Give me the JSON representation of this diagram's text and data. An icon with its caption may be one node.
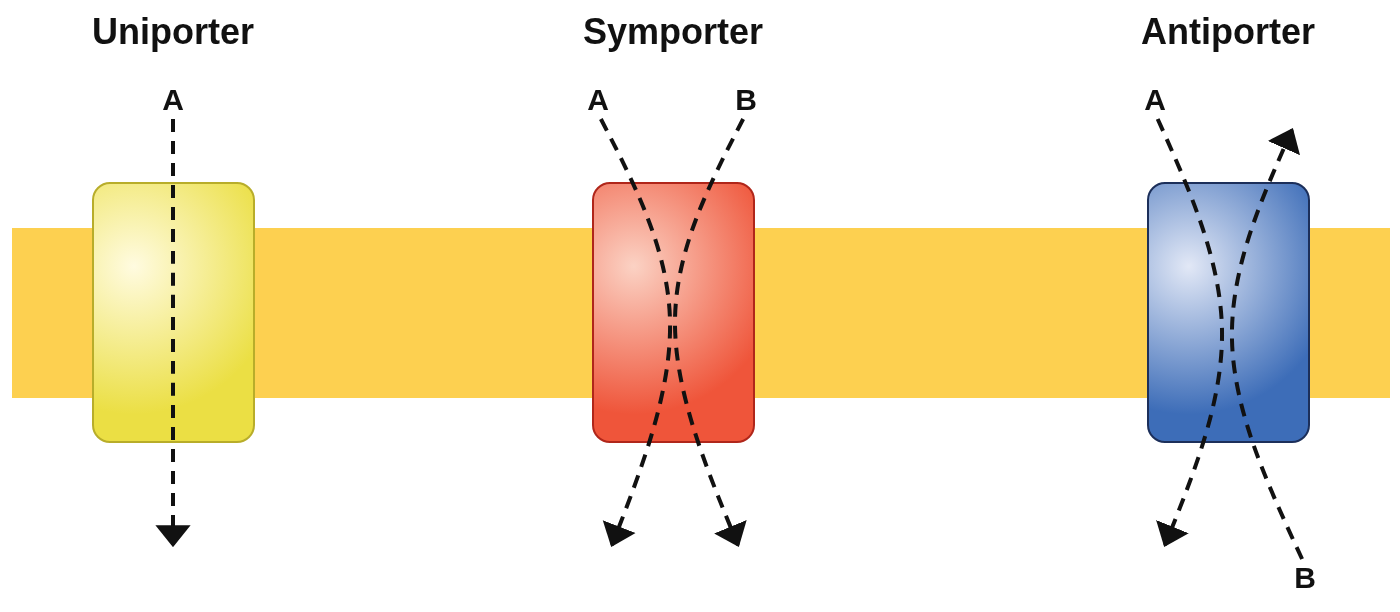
{
  "diagram": {
    "nodes": [
      {
        "text": [],
        "shape": "band"
      },
      {
        "text": [],
        "shape": "box"
      },
      {
        "text": [],
        "shape": "box"
      },
      {
        "text": [],
        "shape": "box"
      },
      {
        "text": [
          "A"
        ]
      },
      {
        "text": [
          "A"
        ]
      },
      {
        "text": [
          "B"
        ]
      },
      {
        "text": [
          "A"
        ]
      },
      {
        "text": [
          "B"
        ]
      }
    ],
    "edges": [
      {
        "from": 4,
        "to": null,
        "arrow": "to",
        "style": "dashed"
      },
      {
        "from": 5,
        "to": null,
        "arrow": "to",
        "style": "dashed"
      },
      {
        "from": 6,
        "to": null,
        "arrow": "to",
        "style": "dashed"
      },
      {
        "from": 7,
        "to": null,
        "arrow": "to",
        "style": "dashed"
      },
      {
        "from": 8,
        "to": null,
        "arrow": "to",
        "style": "dashed"
      }
    ],
    "labels": [
      "Uniporter",
      "Symporter",
      "Antiporter"
    ]
  }
}
